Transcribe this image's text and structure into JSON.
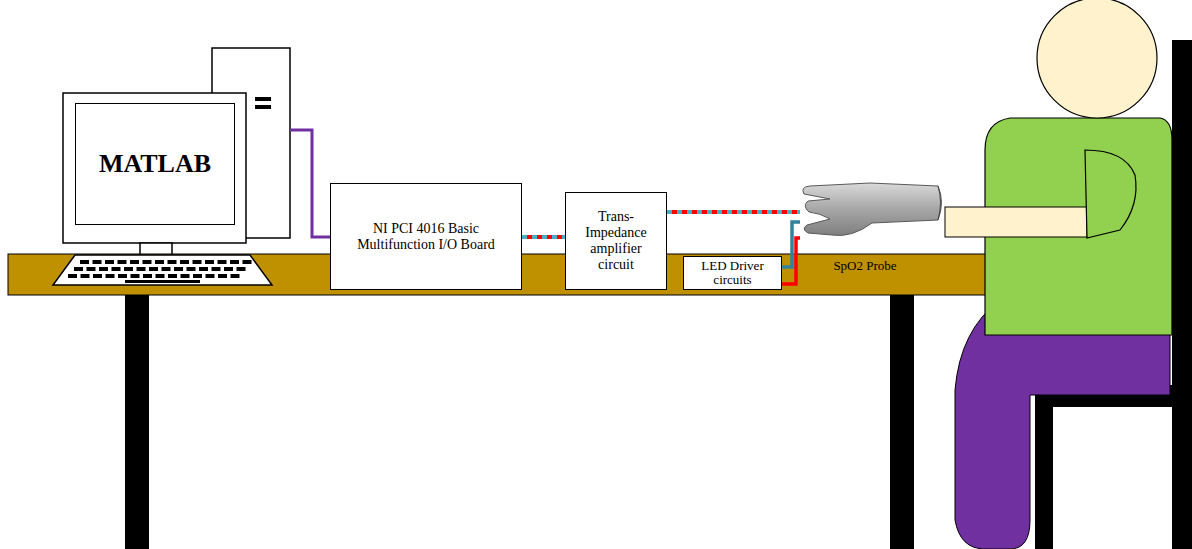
{
  "diagram": {
    "nodes": [
      {
        "text": [
          "MATLAB"
        ]
      },
      {
        "text": [
          "NI PCI 4016 Basic Multifunction I/O Board"
        ]
      },
      {
        "text": [
          "Trans-Impedance amplifier circuit"
        ]
      },
      {
        "text": [
          "LED Driver circuits"
        ]
      },
      {
        "text": [
          "SpO2 Probe"
        ]
      }
    ],
    "edges": [
      {
        "from": 1,
        "to": 2,
        "arrow": "none"
      },
      {
        "from": 2,
        "to": 4,
        "arrow": "none"
      },
      {
        "from": 3,
        "to": 4,
        "arrow": "none"
      },
      {
        "from": 3,
        "to": 4,
        "arrow": "none"
      }
    ]
  }
}
